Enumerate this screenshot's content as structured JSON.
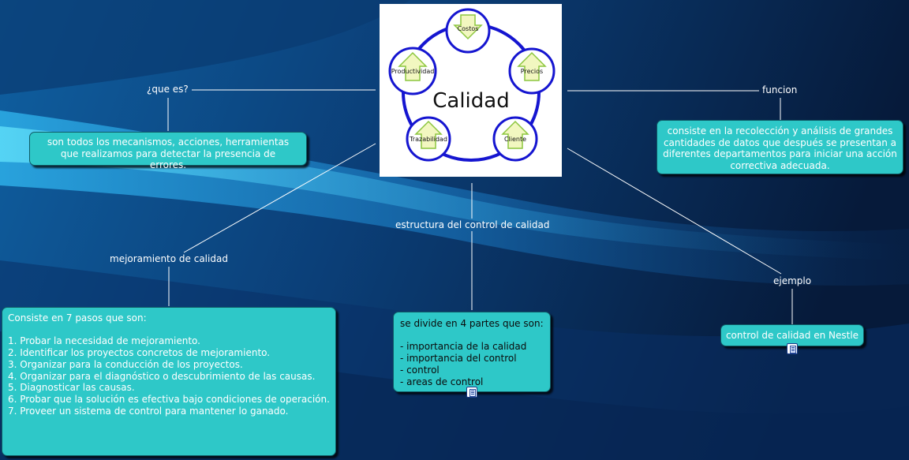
{
  "center": {
    "title": "Calidad",
    "items": [
      "Costos",
      "Precios",
      "Cliente",
      "Trazabilidad",
      "Productividad"
    ]
  },
  "labels": {
    "que_es": "¿que es?",
    "funcion": "funcion",
    "mejoramiento": "mejoramiento de calidad",
    "estructura": "estructura del control de calidad",
    "ejemplo": "ejemplo"
  },
  "boxes": {
    "que_es": "son todos los mecanismos, acciones, herramientas que realizamos para detectar la presencia de errores.",
    "funcion": "consiste en la recolección y análisis de grandes cantidades de datos que después se presentan a diferentes departamentos para iniciar una acción correctiva adecuada.",
    "mejoramiento": "Consiste en 7 pasos que son:\n\n1. Probar la necesidad de mejoramiento.\n2. Identificar los proyectos concretos de mejoramiento.\n3. Organizar para la conducción de los proyectos.\n4. Organizar para el diagnóstico o descubrimiento de las causas.\n5. Diagnosticar las causas.\n6. Probar que la solución es efectiva bajo condiciones de operación.\n7. Proveer un sistema de control para mantener lo ganado.",
    "estructura": "se divide en 4 partes que son:\n\n- importancia de la calidad\n- importancia del control\n- control\n- areas de control",
    "ejemplo": "control de calidad en Nestle"
  },
  "icons": {
    "resource": "document-icon",
    "arrow_up": "arrow-up-icon",
    "arrow_down": "arrow-down-icon"
  },
  "colors": {
    "box_fill": "#2ec8c8",
    "box_border": "#0f5b66",
    "circle_stroke": "#1515d0",
    "arrow_fill": "#f2f7c0",
    "arrow_stroke": "#8cc63f",
    "background": "#0a2a55"
  }
}
